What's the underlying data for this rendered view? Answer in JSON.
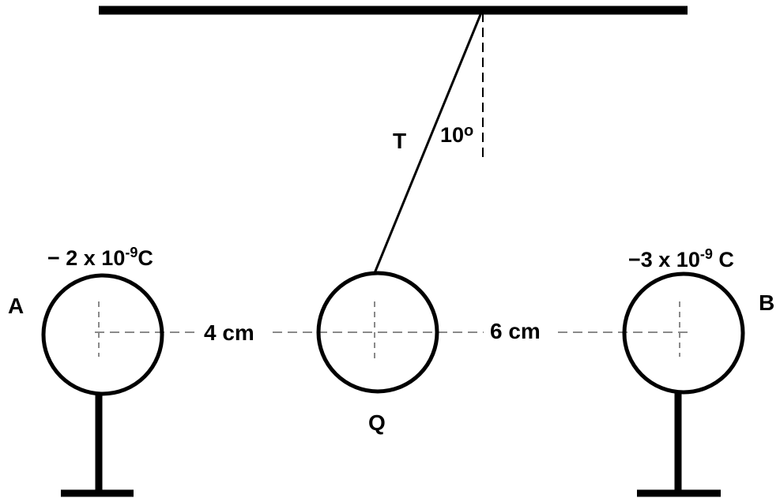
{
  "labels": {
    "sphere_a": "A",
    "sphere_b": "B",
    "sphere_q": "Q",
    "tension": "T"
  },
  "angle": {
    "value": "10",
    "unit": "o"
  },
  "charge_a": {
    "mantissa": "− 2 x 10",
    "exponent": "-9",
    "unit": "C"
  },
  "charge_b": {
    "mantissa": "−3 x 10",
    "exponent": "-9",
    "unit": " C"
  },
  "distance_aq": "4 cm",
  "distance_qb": "6 cm",
  "colors": {
    "stroke": "#000000",
    "dash": "#8a8a8a",
    "background": "#ffffff"
  }
}
